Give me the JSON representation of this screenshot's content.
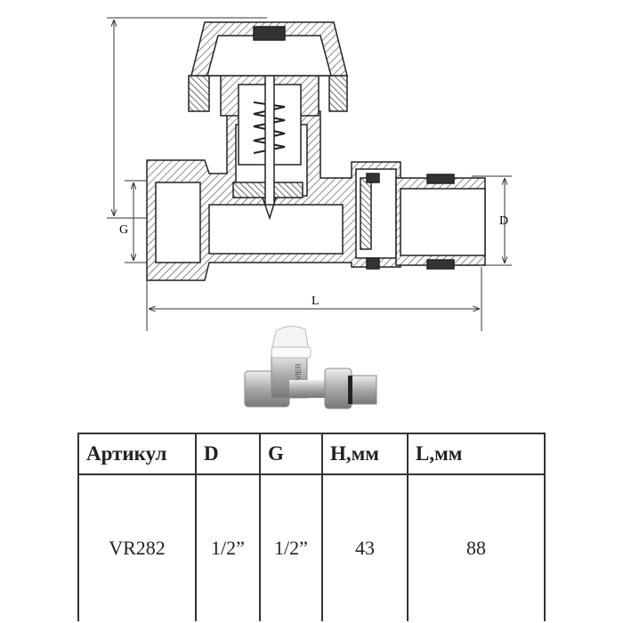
{
  "drawing": {
    "dimension_labels": {
      "g": "G",
      "l": "L",
      "d": "D"
    },
    "photo_logo": "VIER"
  },
  "table": {
    "headers": [
      "Артикул",
      "D",
      "G",
      "H,мм",
      "L,мм"
    ],
    "rows": [
      [
        "VR282",
        "1/2”",
        "1/2”",
        "43",
        "88"
      ]
    ]
  }
}
